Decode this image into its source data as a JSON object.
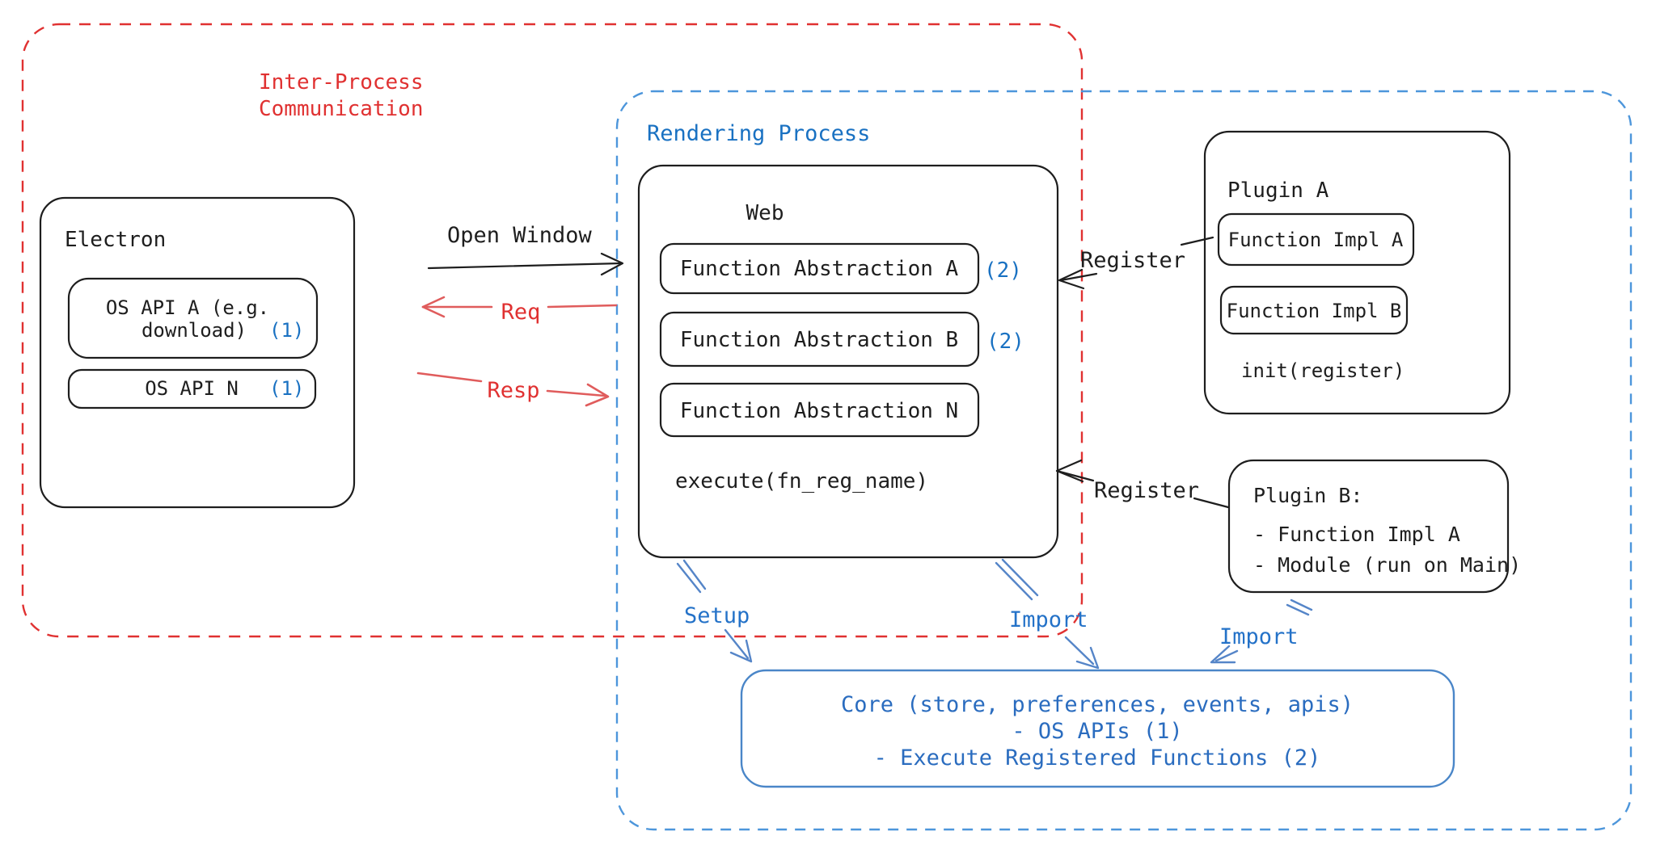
{
  "colors": {
    "black": "#1e1e1e",
    "red": "#e03131",
    "arrow_red": "#e05c5c",
    "blue": "#1971c2",
    "label_blue": "#2472c8",
    "border_blue": "#4d96db",
    "arrow_blue": "#5585c8",
    "core_border": "#4a86c8",
    "core_blue": "#2a6cbf"
  },
  "ipc_region": {
    "label_line1": "Inter-Process",
    "label_line2": "Communication"
  },
  "rendering_region": {
    "label": "Rendering Process"
  },
  "electron": {
    "title": "Electron",
    "os_api_a_line1": "OS API A (e.g.",
    "os_api_a_line2": "download)",
    "os_api_a_badge": "(1)",
    "os_api_n_label": "OS API N",
    "os_api_n_badge": "(1)"
  },
  "web": {
    "title": "Web",
    "fa_a_label": "Function Abstraction A",
    "fa_a_badge": "(2)",
    "fa_b_label": "Function Abstraction B",
    "fa_b_badge": "(2)",
    "fa_n_label": "Function Abstraction N",
    "execute_label": "execute(fn_reg_name)"
  },
  "plugin_a": {
    "title": "Plugin A",
    "impl_a_label": "Function Impl A",
    "impl_b_label": "Function Impl B",
    "init_label": "init(register)"
  },
  "plugin_b": {
    "title": "Plugin B:",
    "line1": "- Function Impl A",
    "line2": "- Module (run on Main)"
  },
  "core": {
    "line1": "Core (store, preferences, events, apis)",
    "line2": "- OS APIs (1)",
    "line3": "- Execute Registered Functions (2)"
  },
  "arrows": {
    "open_window": "Open Window",
    "req": "Req",
    "resp": "Resp",
    "register_plugin_a": "Register",
    "register_plugin_b": "Register",
    "setup": "Setup",
    "import_web": "Import",
    "import_plugin_b": "Import"
  }
}
